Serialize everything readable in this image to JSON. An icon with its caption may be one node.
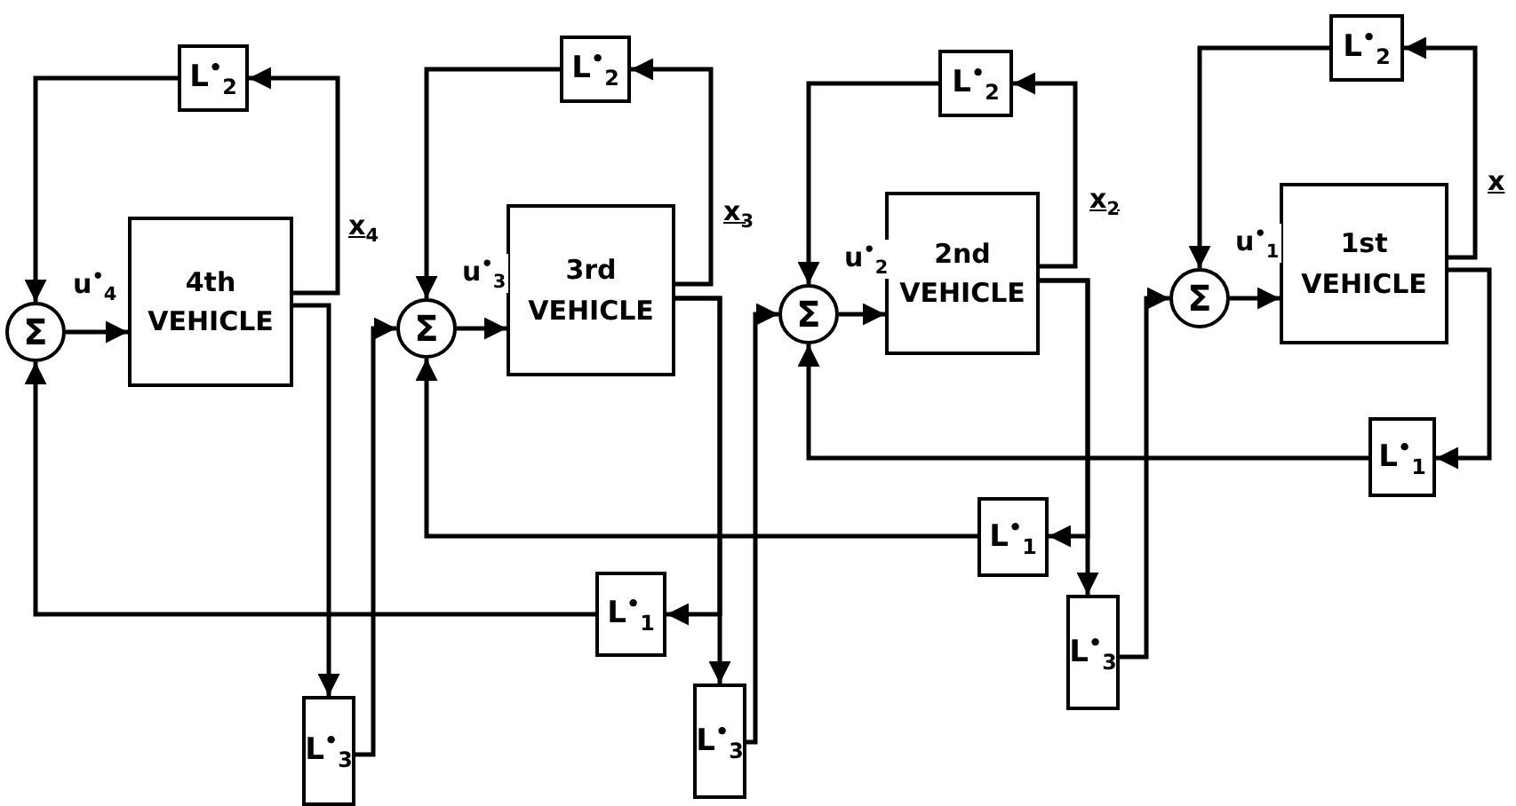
{
  "diagram": {
    "nodes": [
      {
        "text": [
          "L$^{•}$$_{2}$"
        ]
      },
      {
        "text": [
          "L$^{•}$$_{2}$"
        ]
      },
      {
        "text": [
          "L$^{•}$$_{2}$"
        ]
      },
      {
        "text": [
          "L$^{•}$$_{2}$"
        ]
      },
      {
        "text": [
          "Σ"
        ]
      },
      {
        "text": [
          "4th VEHICLE"
        ]
      },
      {
        "text": [
          "Σ"
        ]
      },
      {
        "text": [
          "3rd VEHICLE"
        ]
      },
      {
        "text": [
          "Σ"
        ]
      },
      {
        "text": [
          "2nd VEHICLE"
        ]
      },
      {
        "text": [
          "Σ"
        ]
      },
      {
        "text": [
          "1st VEHICLE"
        ]
      },
      {
        "text": [
          "L$^{•}$$_{1}$"
        ]
      },
      {
        "text": [
          "L$^{•}$$_{1}$"
        ]
      },
      {
        "text": [
          "L$^{•}$$_{1}$"
        ]
      },
      {
        "text": [
          "L$^{•}$$_{3}$"
        ]
      },
      {
        "text": [
          "L$^{•}$$_{3}$"
        ]
      },
      {
        "text": [
          "L$^{•}$$_{3}$"
        ]
      }
    ],
    "edges": [
      {
        "from": 4,
        "to": 5,
        "arrow": "to",
        "label": "u$^{•}$$_{4}$"
      },
      {
        "from": 5,
        "to": 0,
        "arrow": "to",
        "label": "x$_{4}$"
      },
      {
        "from": 5,
        "to": 17,
        "arrow": "to"
      },
      {
        "from": 17,
        "to": 6,
        "arrow": "to"
      },
      {
        "from": 0,
        "to": 4,
        "arrow": "to"
      },
      {
        "from": 14,
        "to": 4,
        "arrow": "to"
      },
      {
        "from": 6,
        "to": 7,
        "arrow": "to",
        "label": "u$^{•}$$_{3}$"
      },
      {
        "from": 7,
        "to": 1,
        "arrow": "to",
        "label": "x$_{3}$"
      },
      {
        "from": 7,
        "to": 16,
        "arrow": "to"
      },
      {
        "from": 7,
        "to": 14,
        "arrow": "to"
      },
      {
        "from": 16,
        "to": 8,
        "arrow": "to"
      },
      {
        "from": 1,
        "to": 6,
        "arrow": "to"
      },
      {
        "from": 13,
        "to": 6,
        "arrow": "to"
      },
      {
        "from": 8,
        "to": 9,
        "arrow": "to",
        "label": "u$^{•}$$_{2}$"
      },
      {
        "from": 9,
        "to": 2,
        "arrow": "to",
        "label": "x$_{2}$"
      },
      {
        "from": 9,
        "to": 15,
        "arrow": "to"
      },
      {
        "from": 9,
        "to": 13,
        "arrow": "to"
      },
      {
        "from": 15,
        "to": 10,
        "arrow": "to"
      },
      {
        "from": 2,
        "to": 8,
        "arrow": "to"
      },
      {
        "from": 12,
        "to": 8,
        "arrow": "to"
      },
      {
        "from": 10,
        "to": 11,
        "arrow": "to",
        "label": "u$^{•}$$_{1}$"
      },
      {
        "from": 11,
        "to": 3,
        "arrow": "to",
        "label": "x"
      },
      {
        "from": 11,
        "to": 12,
        "arrow": "to"
      },
      {
        "from": 3,
        "to": 10,
        "arrow": "to"
      }
    ]
  }
}
